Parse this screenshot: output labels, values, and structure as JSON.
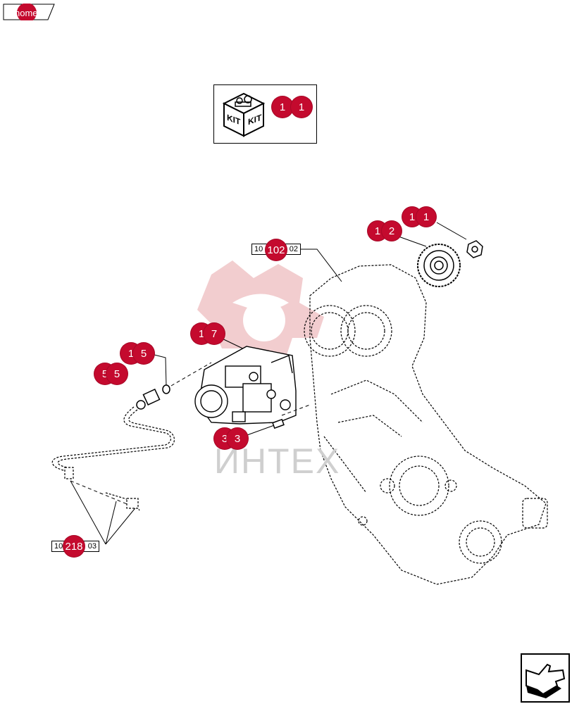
{
  "home_tab": {
    "label": "home"
  },
  "kit": {
    "label_left": "KIT",
    "label_right": "KIT",
    "callouts": [
      "1",
      "1"
    ]
  },
  "callouts": {
    "gear_nut_a": "1",
    "gear_nut_b": "1",
    "gear_a": "1",
    "gear_b": "2",
    "frame_ref": "102",
    "pump_a": "1",
    "pump_b": "7",
    "seal_a": "1",
    "seal_b": "5",
    "fitting_a": "5",
    "fitting_b": "5",
    "bolt_a": "3",
    "bolt_b": "3",
    "hose_ref": "218"
  },
  "ref_boxes": {
    "frame": {
      "prefix": "10",
      "suffix": "02"
    },
    "hose": {
      "prefix": "10",
      "suffix": "03"
    }
  },
  "watermark": {
    "text": "ИНТЕХ"
  },
  "colors": {
    "callout": "#c40a2e",
    "watermark_red": "#e8a5a8"
  },
  "icons": {
    "nav": "return-arrow-icon",
    "kit": "kit-box-icon"
  }
}
